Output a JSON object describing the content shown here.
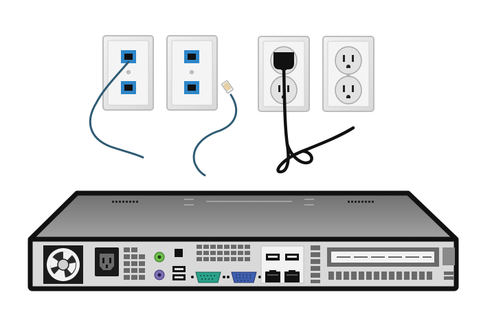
{
  "scene": {
    "wall_plates": [
      {
        "kind": "ethernet-wall-plate",
        "ports": 2,
        "top_port_plugged": true
      },
      {
        "kind": "ethernet-wall-plate",
        "ports": 2,
        "top_port_plugged": false
      },
      {
        "kind": "power-outlet",
        "receptacles": 2,
        "top_receptacle_plugged": true
      },
      {
        "kind": "power-outlet",
        "receptacles": 2,
        "top_receptacle_plugged": false
      }
    ],
    "cables": [
      {
        "kind": "ethernet-cable",
        "state": "connected-to-wall-jack",
        "color": "#2f5b73"
      },
      {
        "kind": "ethernet-cable",
        "state": "loose-rj45-end",
        "color": "#2f5b73"
      },
      {
        "kind": "power-cord",
        "state": "plugged-into-outlet",
        "color": "#111111"
      }
    ],
    "server_rear_panel": {
      "ports": [
        "fan",
        "power-inlet",
        "ps2-mouse",
        "ps2-keyboard",
        "usb",
        "usb",
        "serial-port",
        "vga-port",
        "usb",
        "usb",
        "ethernet-port",
        "ethernet-port",
        "expansion-slot"
      ]
    },
    "colors": {
      "jack_blue": "#2e86c8",
      "ps2_green": "#6fbf4c",
      "ps2_purple": "#7d6fb3",
      "serial_teal": "#2aa18a",
      "vga_blue": "#3f5fb0",
      "chassis_outline": "#111111",
      "chassis_top": "#8a8a8a",
      "chassis_back": "#d9d9d9",
      "plate": "#e6e6e6",
      "plate_border": "#b8b8b8"
    }
  }
}
